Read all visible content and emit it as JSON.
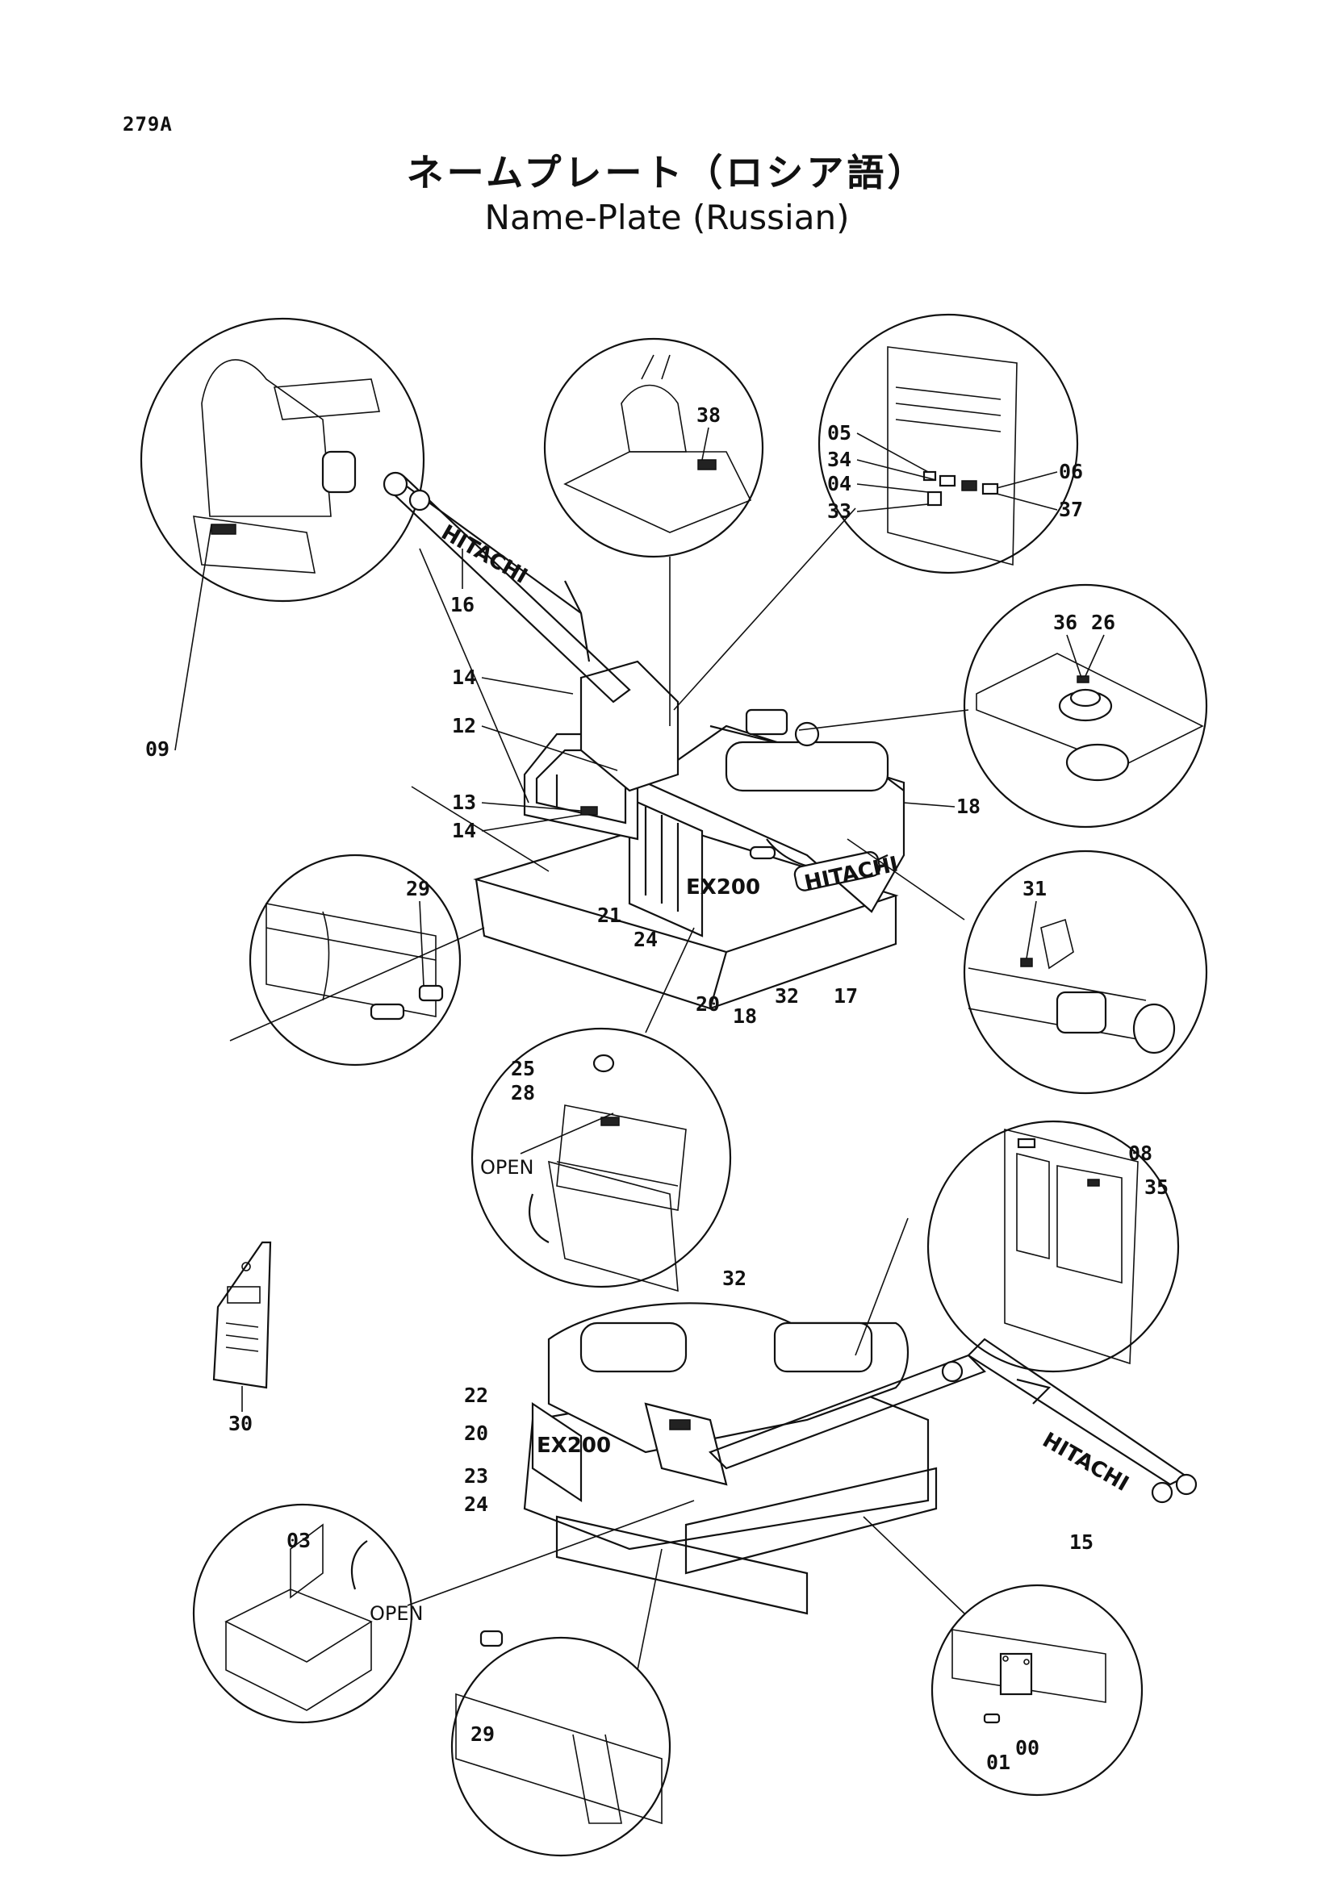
{
  "page_number": "279A",
  "title_ja": "ネームプレート（ロシア語）",
  "title_en": "Name-Plate (Russian)",
  "brand_text": "HITACHI",
  "model_text": "EX200",
  "open_text": "OPEN",
  "callouts": [
    "38",
    "05",
    "34",
    "04",
    "33",
    "06",
    "37",
    "16",
    "14",
    "12",
    "09",
    "13",
    "14",
    "36",
    "26",
    "18",
    "31",
    "29",
    "21",
    "24",
    "20",
    "18",
    "32",
    "17",
    "25",
    "28",
    "08",
    "35",
    "32",
    "22",
    "20",
    "23",
    "24",
    "30",
    "15",
    "03",
    "29",
    "01",
    "00"
  ]
}
